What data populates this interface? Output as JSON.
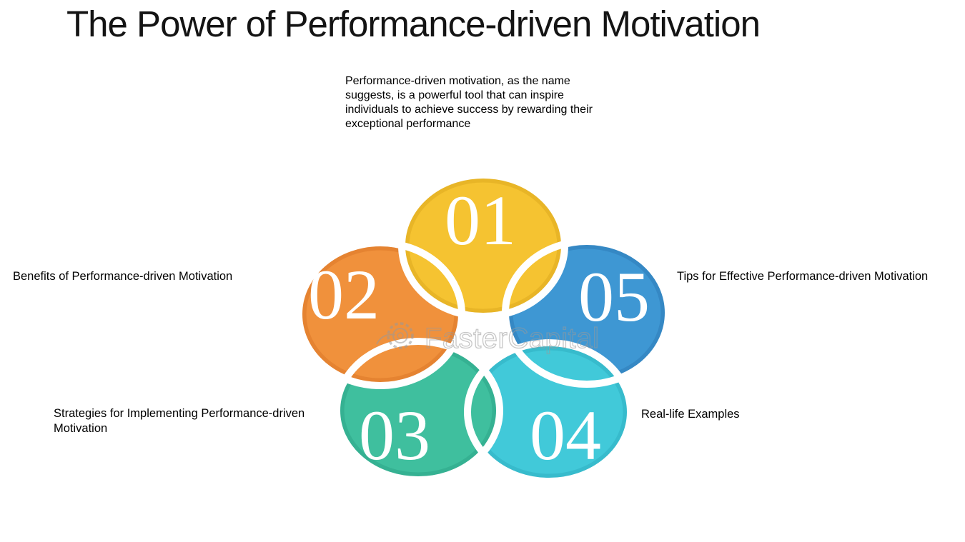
{
  "title": "The Power of Performance-driven Motivation",
  "intro": "Performance-driven motivation, as the name\nsuggests, is a powerful tool that can inspire\nindividuals to achieve success by rewarding their\nexceptional performance",
  "watermark": {
    "text": "FasterCapital",
    "icon": "gear-icon"
  },
  "diagram": {
    "type": "five-step-overlapping-circles",
    "steps": [
      {
        "number": "01",
        "position": "top",
        "color": "#F5C331",
        "color_dark": "#DCA81D",
        "label": null
      },
      {
        "number": "02",
        "position": "left",
        "color": "#F0913C",
        "color_dark": "#D97626",
        "label": "Benefits of Performance-driven Motivation"
      },
      {
        "number": "03",
        "position": "bottom-left",
        "color": "#3FBF9E",
        "color_dark": "#2CA486",
        "label": "Strategies for Implementing Performance-driven\nMotivation"
      },
      {
        "number": "04",
        "position": "bottom-right",
        "color": "#41C9D9",
        "color_dark": "#2EAEC0",
        "label": "Real-life Examples"
      },
      {
        "number": "05",
        "position": "right",
        "color": "#3E97D3",
        "color_dark": "#2B7AB5",
        "label": "Tips for Effective Performance-driven Motivation"
      }
    ]
  }
}
